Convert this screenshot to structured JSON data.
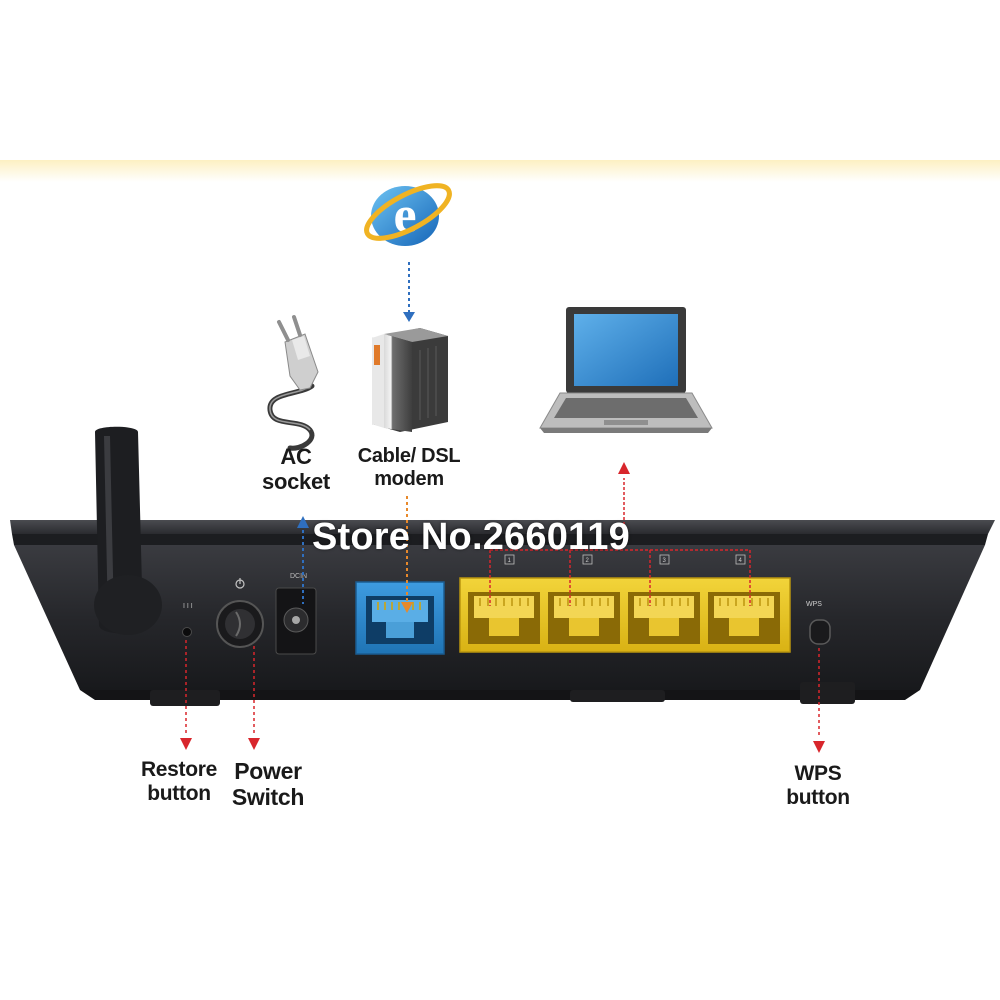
{
  "labels": {
    "ac_socket": [
      "AC",
      "socket"
    ],
    "modem": [
      "Cable/ DSL",
      "modem"
    ],
    "restore": [
      "Restore",
      "button"
    ],
    "power": [
      "Power",
      "Switch"
    ],
    "wps": [
      "WPS",
      "button"
    ]
  },
  "watermark": "Store No.2660119",
  "panel_text": {
    "wps": "WPS",
    "lan_numbers": [
      "1",
      "2",
      "3",
      "4"
    ]
  },
  "colors": {
    "router_body": "#2a2b2f",
    "wan_port": "#2c86c9",
    "lan_block": "#e8c41c",
    "arrow_red": "#d8262c",
    "arrow_blue": "#2f6fbf",
    "arrow_orange": "#e8892b"
  },
  "icons": [
    "internet-explorer-icon",
    "power-plug-icon",
    "modem-icon",
    "laptop-icon",
    "antenna-icon",
    "power-symbol-icon"
  ]
}
